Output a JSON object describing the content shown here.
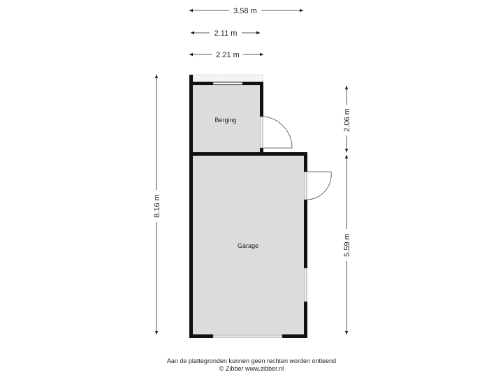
{
  "dimensions": {
    "top_total": "3.58 m",
    "top_berging_inner": "2.11 m",
    "top_berging_outer": "2.21 m",
    "left_total": "8.16 m",
    "right_upper": "2.06 m",
    "right_lower": "5.59 m"
  },
  "rooms": {
    "berging": "Berging",
    "garage": "Garage"
  },
  "footer": {
    "disclaimer": "Aan de plattegronden kunnen geen rechten worden ontleend",
    "credit": "© Zibber www.zibber.nl"
  }
}
